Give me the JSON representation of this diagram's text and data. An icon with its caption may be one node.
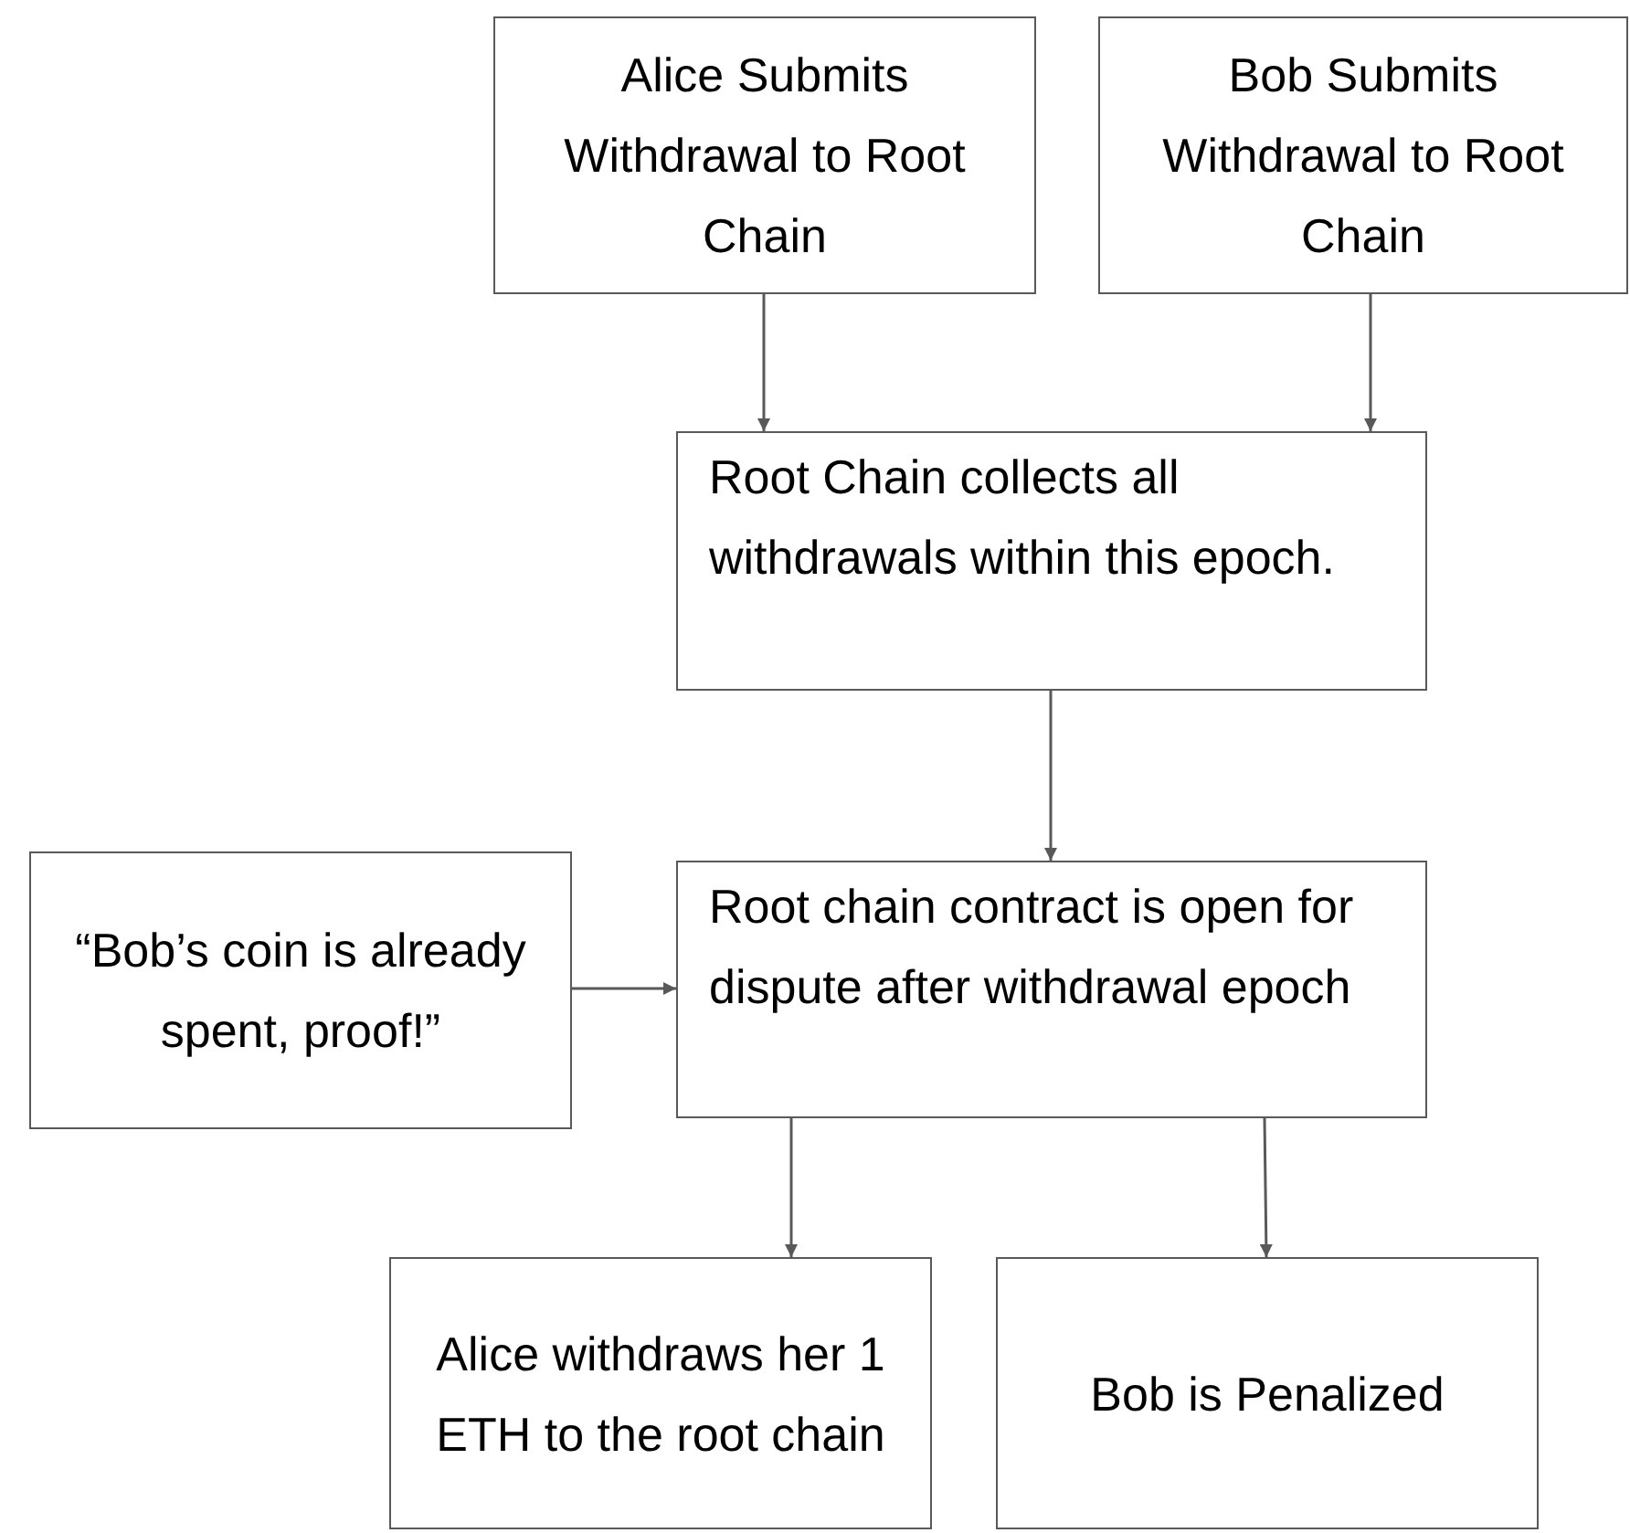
{
  "diagram": {
    "nodes": [
      {
        "text": [
          "Alice Submits Withdrawal to Root Chain"
        ]
      },
      {
        "text": [
          "Bob Submits Withdrawal to Root Chain"
        ]
      },
      {
        "text": [
          "Root Chain collects all withdrawals within this epoch."
        ]
      },
      {
        "text": [
          "“Bob’s coin is already spent, proof!”"
        ]
      },
      {
        "text": [
          "Root chain contract is open for dispute after withdrawal epoch"
        ]
      },
      {
        "text": [
          "Alice withdraws her 1 ETH to the root chain"
        ]
      },
      {
        "text": [
          "Bob is Penalized"
        ]
      }
    ],
    "edges": [
      {
        "from": 0,
        "to": 2,
        "arrow": "to"
      },
      {
        "from": 1,
        "to": 2,
        "arrow": "to"
      },
      {
        "from": 2,
        "to": 4,
        "arrow": "to"
      },
      {
        "from": 3,
        "to": 4,
        "arrow": "to"
      },
      {
        "from": 4,
        "to": 5,
        "arrow": "to"
      },
      {
        "from": 4,
        "to": 6,
        "arrow": "to"
      }
    ]
  }
}
